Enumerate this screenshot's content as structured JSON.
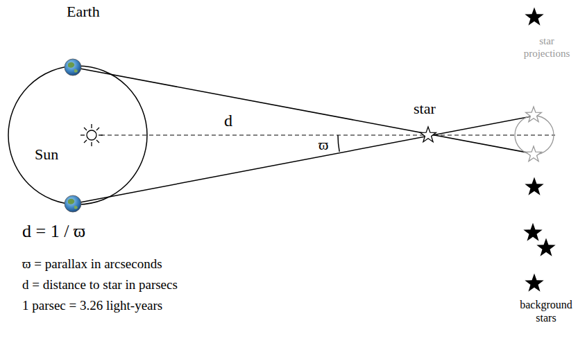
{
  "diagram": {
    "labels": [
      "Earth",
      "star projections",
      "d",
      "star",
      "ϖ",
      "Sun",
      "d = 1 / ϖ",
      "ϖ = parallax in arcseconds",
      "d = distance to star in parsecs",
      "1 parsec = 3.26 light-years",
      "background stars"
    ]
  }
}
